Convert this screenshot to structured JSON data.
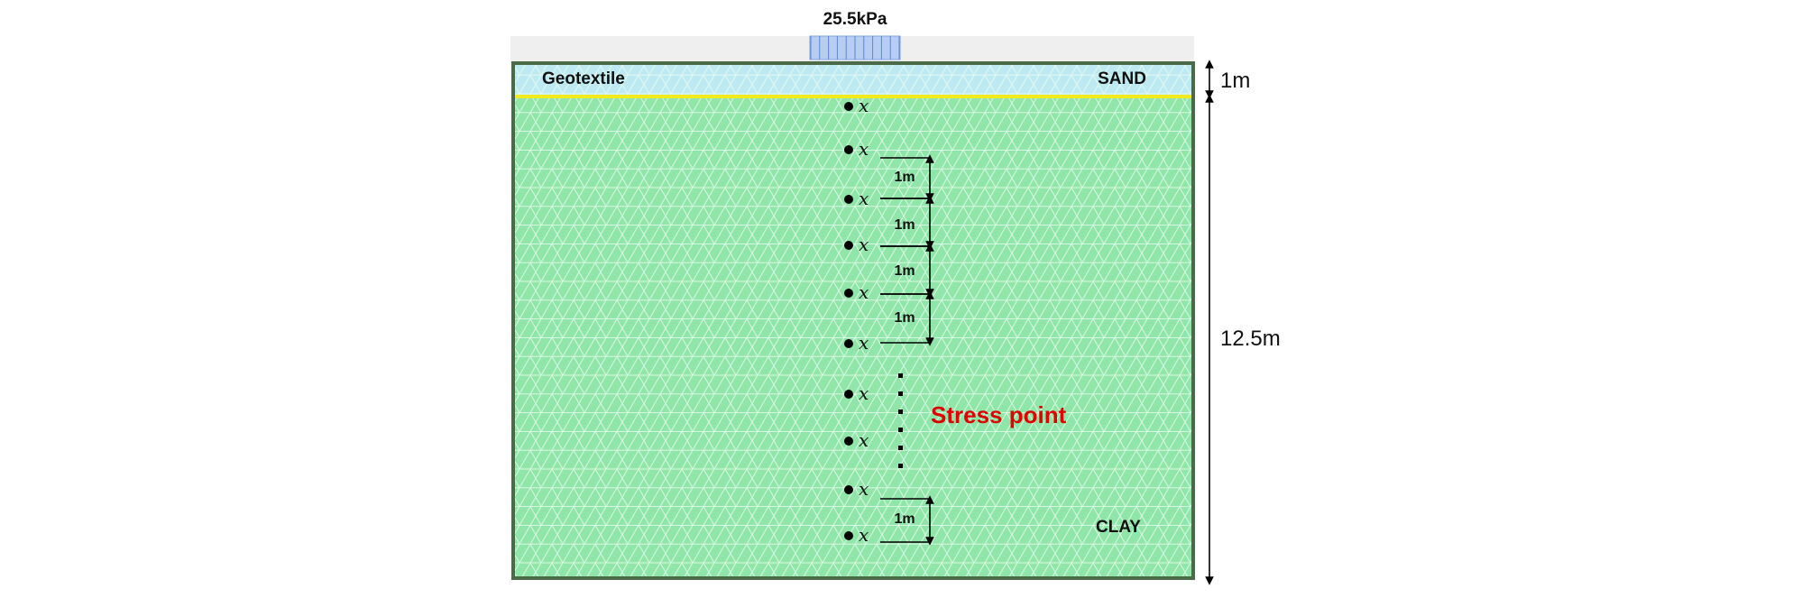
{
  "load": {
    "label": "25.5kPa",
    "color": "#7fa4e6"
  },
  "layers": {
    "sand": {
      "label": "SAND",
      "color": "#bdeaf2"
    },
    "geotextile": {
      "label": "Geotextile",
      "color": "#f2ea1c"
    },
    "clay": {
      "label": "CLAY",
      "color": "#8fe6a8"
    }
  },
  "dimensions": {
    "sand_thickness": "1m",
    "clay_thickness": "12.5m"
  },
  "stress_points": {
    "label": "Stress point",
    "label_color": "#e00000",
    "marker_symbol": "x",
    "spacing_label": "1m"
  },
  "colors": {
    "mesh_line": "#e8fbef",
    "model_border": "#4a6a48",
    "surface_band": "#efefef"
  }
}
